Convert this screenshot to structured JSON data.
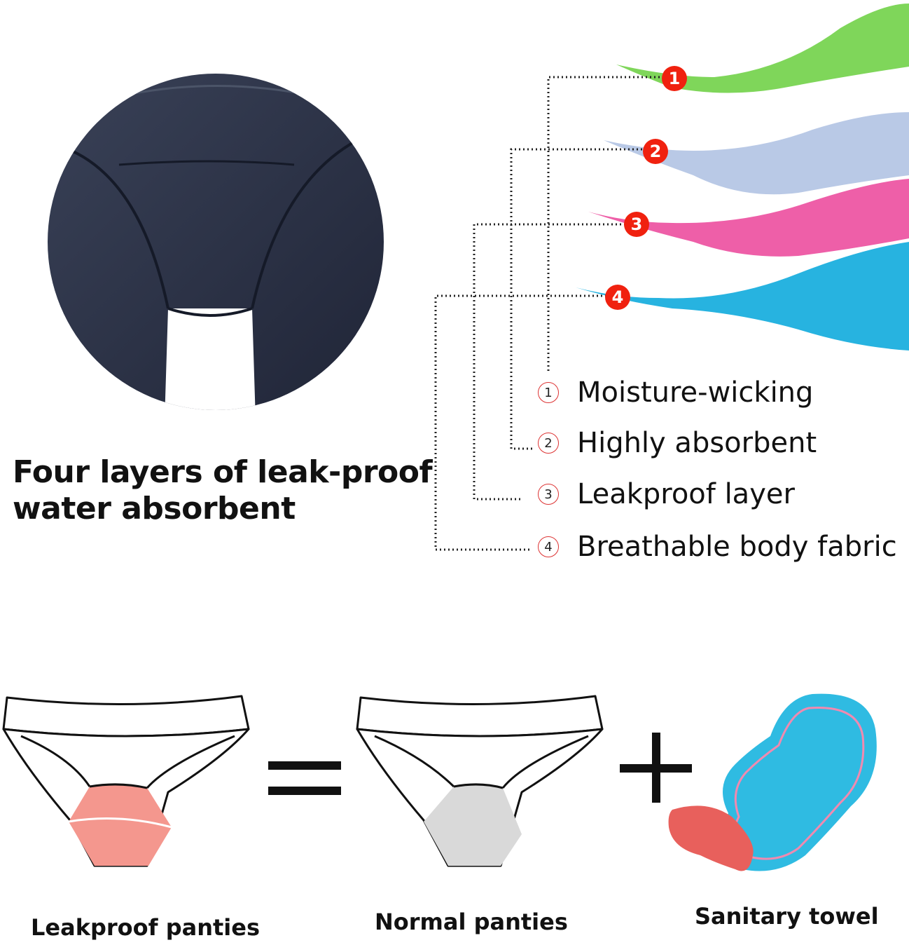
{
  "headline": {
    "line1": "Four layers of leak-proof",
    "line2": "water absorbent"
  },
  "layers": [
    {
      "number": "1",
      "label": "Moisture-wicking",
      "color": "#7fd65a"
    },
    {
      "number": "2",
      "label": "Highly absorbent",
      "color": "#b9c9e6"
    },
    {
      "number": "3",
      "label": "Leakproof layer",
      "color": "#ee5fa8"
    },
    {
      "number": "4",
      "label": "Breathable body fabric",
      "color": "#27b3e0"
    }
  ],
  "equation": {
    "equals_symbol": "=",
    "plus_symbol": "+",
    "items": [
      {
        "caption": "Leakproof panties",
        "gusset_color": "#f4978e"
      },
      {
        "caption": "Normal panties",
        "gusset_color": "#d9d9d9"
      },
      {
        "caption": "Sanitary towel",
        "pad_color": "#2fbbe2",
        "wing_color": "#e8605c"
      }
    ]
  },
  "colors": {
    "badge": "#f0210f",
    "fabric": "#2b3246"
  }
}
